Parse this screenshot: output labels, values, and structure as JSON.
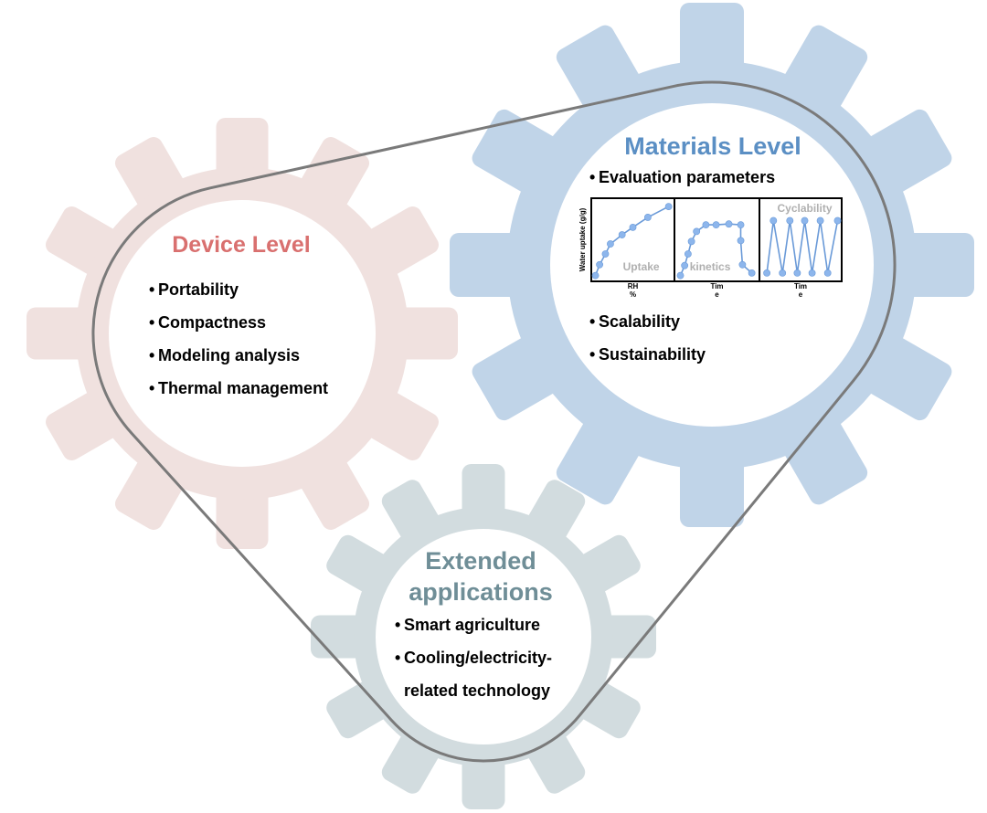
{
  "colors": {
    "device_gear": "#f0e1df",
    "device_title": "#d9706f",
    "materials_gear": "#c0d4e8",
    "materials_title": "#5b8fc4",
    "extended_gear": "#d2dcdf",
    "extended_title": "#6f8e97",
    "belt": "#7a7a7a",
    "chart_line": "#6a9ad8",
    "chart_point": "#8db6ec"
  },
  "device": {
    "title": "Device Level",
    "items": [
      "Portability",
      "Compactness",
      "Modeling analysis",
      "Thermal management"
    ]
  },
  "materials": {
    "title": "Materials Level",
    "items": [
      "Evaluation parameters",
      "Scalability",
      "Sustainability"
    ]
  },
  "extended": {
    "title_line1": "Extended",
    "title_line2": "applications",
    "items": [
      "Smart agriculture",
      "Cooling/electricity-",
      "related technology"
    ]
  },
  "bullet_char": "•",
  "chart_data": {
    "type": "line",
    "ylabel": "Water uptake (g/g)",
    "panels": [
      {
        "name": "Uptake",
        "xlabel_line1": "RH",
        "xlabel_line2": "%",
        "x": [
          0.05,
          0.1,
          0.17,
          0.23,
          0.37,
          0.5,
          0.68,
          0.93
        ],
        "y": [
          0.07,
          0.2,
          0.33,
          0.45,
          0.56,
          0.65,
          0.77,
          0.9
        ]
      },
      {
        "name": "kinetics",
        "xlabel_line1": "Tim",
        "xlabel_line2": "e",
        "x": [
          0.07,
          0.12,
          0.16,
          0.2,
          0.26,
          0.37,
          0.49,
          0.64,
          0.78,
          0.78,
          0.8,
          0.91
        ],
        "y": [
          0.07,
          0.19,
          0.33,
          0.48,
          0.6,
          0.68,
          0.68,
          0.69,
          0.68,
          0.49,
          0.2,
          0.1
        ]
      },
      {
        "name": "Cyclability",
        "xlabel_line1": "Tim",
        "xlabel_line2": "e",
        "x": [
          0.09,
          0.17,
          0.28,
          0.37,
          0.46,
          0.55,
          0.64,
          0.74,
          0.83,
          0.95
        ],
        "y": [
          0.1,
          0.73,
          0.1,
          0.73,
          0.1,
          0.73,
          0.1,
          0.73,
          0.1,
          0.73
        ]
      }
    ]
  }
}
